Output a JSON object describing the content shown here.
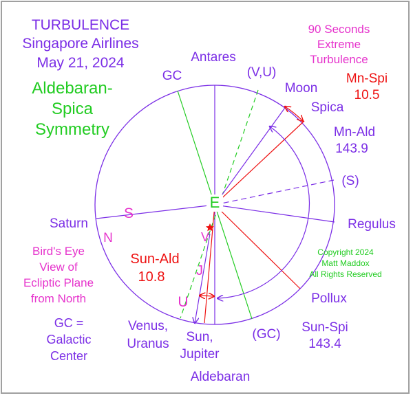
{
  "title": {
    "line1": "TURBULENCE",
    "line2": "Singapore Airlines",
    "line3": "May 21, 2024"
  },
  "symmetry": {
    "line1": "Aldebaran-",
    "line2": "Spica",
    "line3": "Symmetry"
  },
  "event": {
    "line1": "90 Seconds",
    "line2": "Extreme",
    "line3": "Turbulence"
  },
  "angles": {
    "mn_spi_label": "Mn-Spi",
    "mn_spi_value": "10.5",
    "mn_ald_label": "Mn-Ald",
    "mn_ald_value": "143.9",
    "sun_ald_label": "Sun-Ald",
    "sun_ald_value": "10.8",
    "sun_spi_label": "Sun-Spi",
    "sun_spi_value": "143.4"
  },
  "points": {
    "antares": "Antares",
    "gc_top": "GC",
    "vu": "(V,U)",
    "moon": "Moon",
    "spica": "Spica",
    "s_paren": "(S)",
    "regulus": "Regulus",
    "pollux": "Pollux",
    "gc_bottom": "(GC)",
    "aldebaran": "Aldebaran",
    "sun_jupiter_1": "Sun,",
    "sun_jupiter_2": "Jupiter",
    "venus_uranus_1": "Venus,",
    "venus_uranus_2": "Uranus",
    "saturn": "Saturn"
  },
  "glyphs": {
    "earth": "E",
    "saturn": "S",
    "north_node": "N",
    "venus": "V",
    "jupiter": "J",
    "uranus": "U"
  },
  "legend": {
    "view_1": "Bird's Eye",
    "view_2": "View of",
    "view_3": "Ecliptic Plane",
    "view_4": "from North",
    "gc_1": "GC =",
    "gc_2": "Galactic",
    "gc_3": "Center"
  },
  "copyright": {
    "line1": "Copyright 2024",
    "line2": "Matt Maddox",
    "line3": "All Rights Reserved"
  },
  "colors": {
    "purple": "#7b2ee6",
    "magenta": "#e633cc",
    "green": "#22cc22",
    "red": "#ee1111"
  }
}
